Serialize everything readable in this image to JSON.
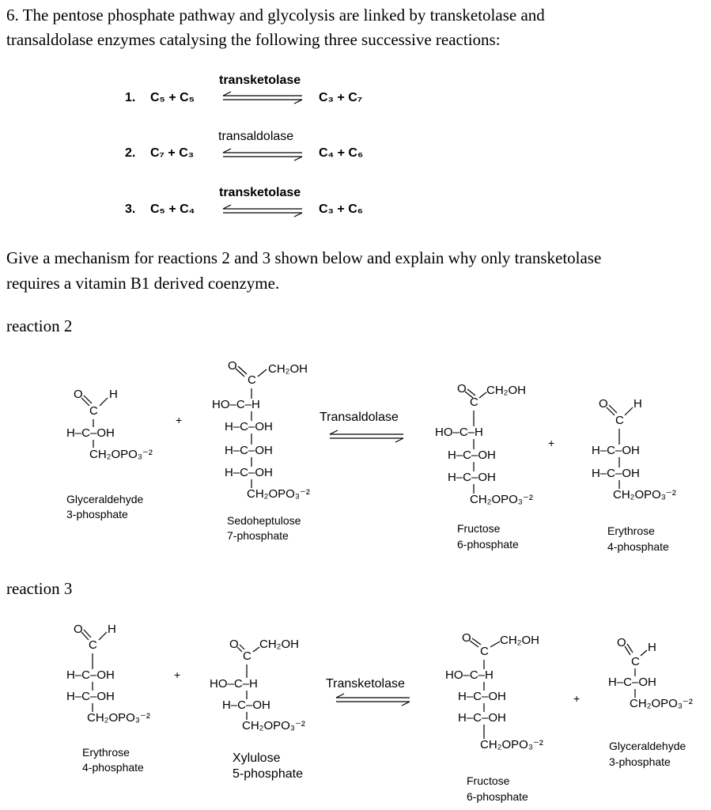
{
  "question": {
    "line1": "6. The pentose phosphate pathway and glycolysis are linked by transketolase and",
    "line2": "transaldolase enzymes catalysing the following three successive reactions:"
  },
  "equations": [
    {
      "num": "1.",
      "left": "C₅ + C₅",
      "enzyme": "transketolase",
      "right": "C₃ + C₇"
    },
    {
      "num": "2.",
      "left": "C₇ + C₃",
      "enzyme": "transaldolase",
      "right": "C₄ + C₆"
    },
    {
      "num": "3.",
      "left": "C₅ + C₄",
      "enzyme": "transketolase",
      "right": "C₃ + C₆"
    }
  ],
  "prompt": {
    "line1": "Give a mechanism for reactions 2 and 3 shown below and explain why only transketolase",
    "line2": "requires a vitamin B1 derived coenzyme."
  },
  "reaction2": {
    "label": "reaction 2",
    "enzyme": "Transaldolase",
    "plus": "+",
    "m1": {
      "o": "O",
      "c": "C",
      "h": "H",
      "r1": "H–C–OH",
      "last": "CH₂OPO₃⁻²",
      "cap1": "Glyceraldehyde",
      "cap2": "3-phosphate"
    },
    "m2": {
      "o": "O",
      "c": "C",
      "ch2oh": "CH₂OH",
      "r1": "HO–C–H",
      "r2": "H–C–OH",
      "r3": "H–C–OH",
      "r4": "H–C–OH",
      "last": "CH₂OPO₃⁻²",
      "cap1": "Sedoheptulose",
      "cap2": "7-phosphate"
    },
    "m3": {
      "o": "O",
      "c": "C",
      "ch2oh": "CH₂OH",
      "r1": "HO–C–H",
      "r2": "H–C–OH",
      "r3": "H–C–OH",
      "last": "CH₂OPO₃⁻²",
      "cap1": "Fructose",
      "cap2": "6-phosphate"
    },
    "m4": {
      "o": "O",
      "c": "C",
      "h": "H",
      "r1": "H–C–OH",
      "r2": "H–C–OH",
      "last": "CH₂OPO₃⁻²",
      "cap1": "Erythrose",
      "cap2": "4-phosphate"
    }
  },
  "reaction3": {
    "label": "reaction 3",
    "enzyme": "Transketolase",
    "plus": "+",
    "m1": {
      "o": "O",
      "c": "C",
      "h": "H",
      "r1": "H–C–OH",
      "r2": "H–C–OH",
      "last": "CH₂OPO₃⁻²",
      "cap1": "Erythrose",
      "cap2": "4-phosphate"
    },
    "m2": {
      "o": "O",
      "c": "C",
      "ch2oh": "CH₂OH",
      "r1": "HO–C–H",
      "r2": "H–C–OH",
      "last": "CH₂OPO₃⁻²",
      "cap1": "Xylulose",
      "cap2": "5-phosphate"
    },
    "m3": {
      "o": "O",
      "c": "C",
      "ch2oh": "CH₂OH",
      "r1": "HO–C–H",
      "r2": "H–C–OH",
      "r3": "H–C–OH",
      "last": "CH₂OPO₃⁻²",
      "cap1": "Fructose",
      "cap2": "6-phosphate"
    },
    "m4": {
      "o": "O",
      "c": "C",
      "h": "H",
      "r1": "H–C–OH",
      "last": "CH₂OPO₃⁻²",
      "cap1": "Glyceraldehyde",
      "cap2": "3-phosphate"
    }
  }
}
